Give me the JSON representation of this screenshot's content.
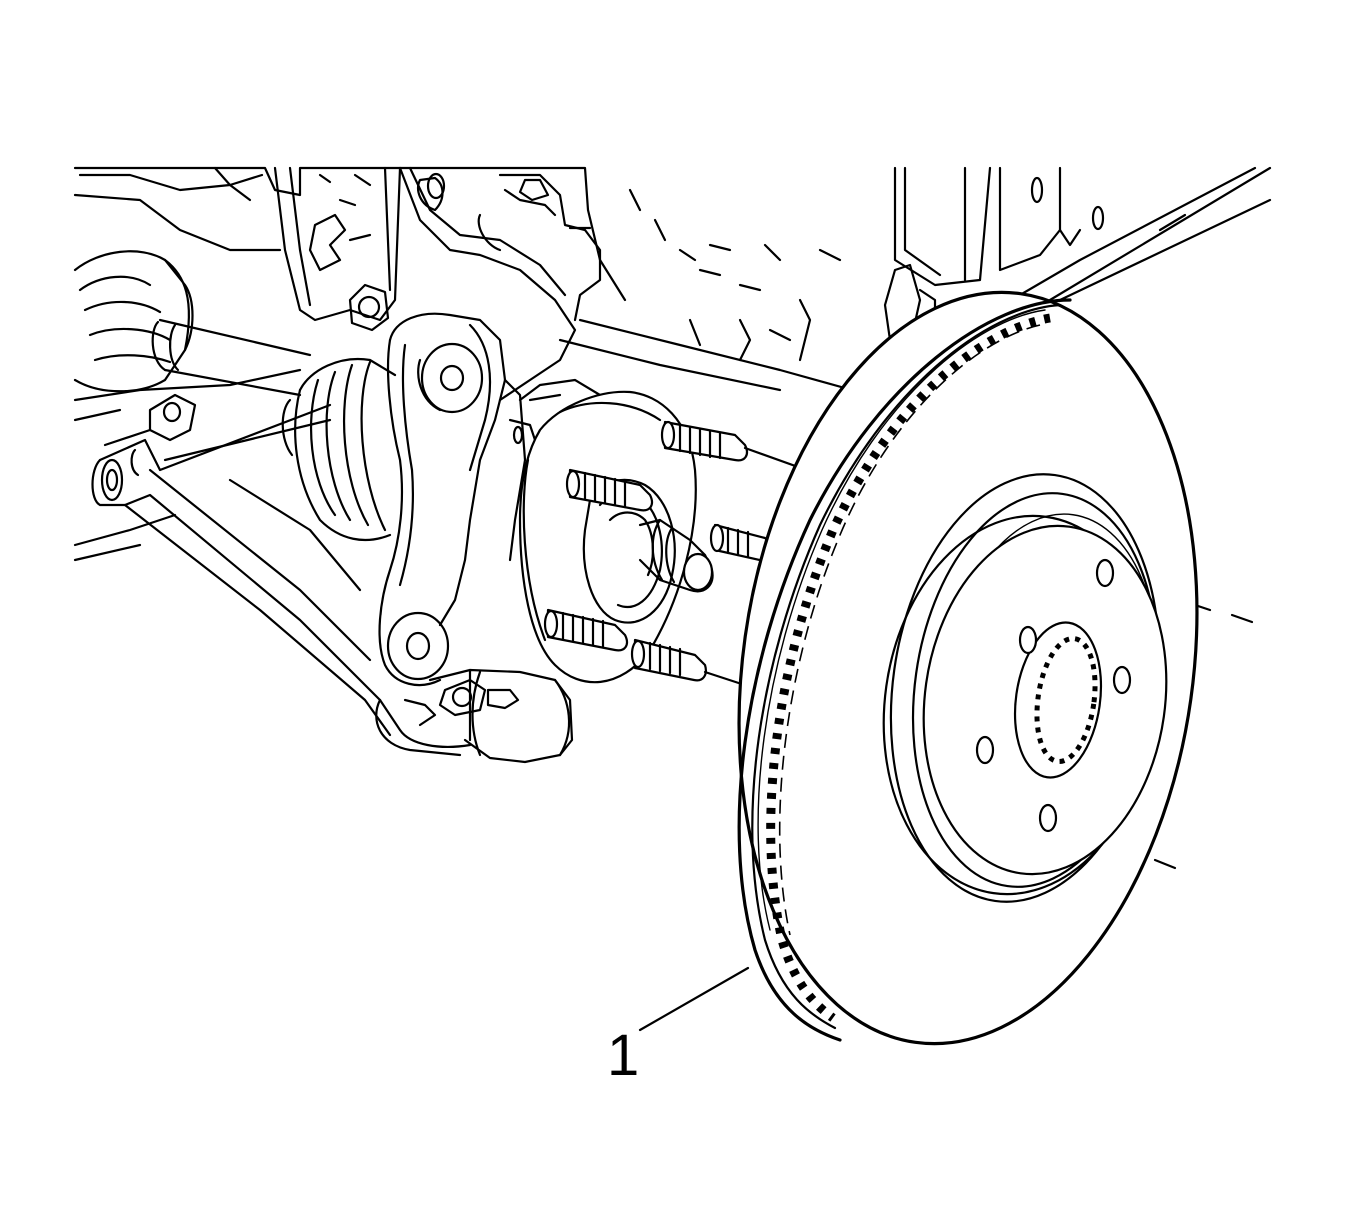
{
  "callouts": [
    {
      "id": "1",
      "label": "1",
      "part": "brake rotor"
    }
  ],
  "colors": {
    "ink": "#000000",
    "background": "#ffffff"
  }
}
